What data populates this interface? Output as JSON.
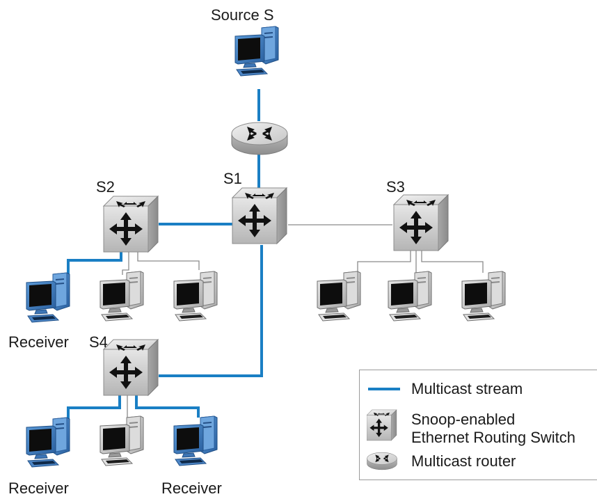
{
  "labels": {
    "source": "Source S",
    "s1": "S1",
    "s2": "S2",
    "s3": "S3",
    "s4": "S4",
    "receiver_s2": "Receiver",
    "receiver_s4_left": "Receiver",
    "receiver_s4_right": "Receiver"
  },
  "legend": {
    "multicast_stream": "Multicast stream",
    "switch_line1": "Snoop-enabled",
    "switch_line2": "Ethernet Routing Switch",
    "router": "Multicast router"
  },
  "colors": {
    "multicast_stream": "#1a7fc4",
    "plain_link": "#7a7a7a",
    "receiver_pc": "#2f6fb8",
    "pc": "#c8c8c8"
  }
}
